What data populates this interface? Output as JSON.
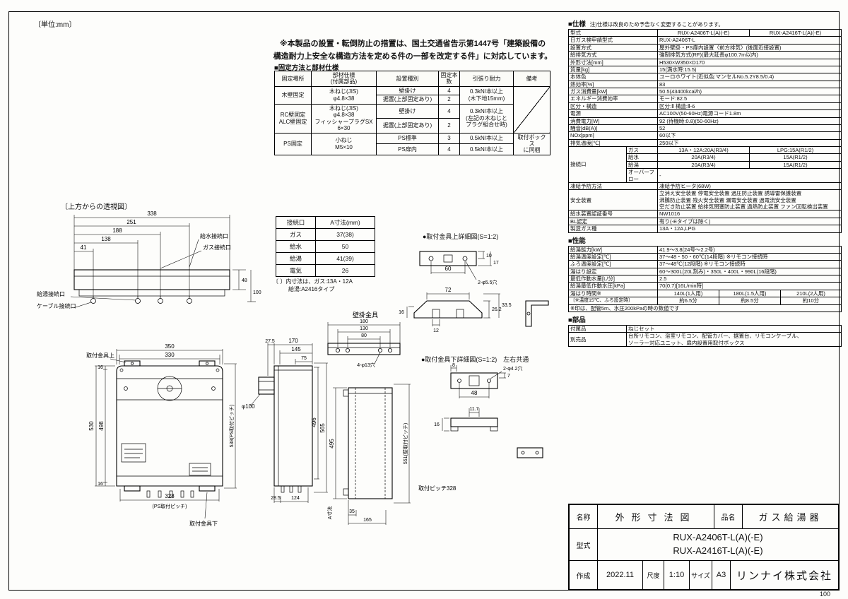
{
  "sheet": {
    "unit_note": "〔単位:mm〕",
    "page_number": "100"
  },
  "compliance_note": {
    "line1": "※本製品の設置・転倒防止の措置は、国土交通省告示第1447号「建築設備の",
    "line2": "構造耐力上安全な構造方法を定める件の一部を改定する件」に対応しています。"
  },
  "fixing_table": {
    "title": "■固定方法と部材仕様",
    "headers": [
      "固定場所",
      "部材仕様\n(付属部品)",
      "設置種別",
      "固定本数",
      "引張り耐力",
      "備考"
    ],
    "rows": [
      [
        {
          "t": "木壁固定",
          "rs": 2
        },
        {
          "t": "木ねじ(JIS)\nφ4.8×38",
          "rs": 2
        },
        {
          "t": "壁掛け"
        },
        {
          "t": "4"
        },
        {
          "t": "0.3kN/本以上\n(木下地15mm)",
          "rs": 2
        },
        {
          "t": "",
          "rs": 4,
          "cls": "diag"
        }
      ],
      [
        {
          "t": "据置(上部固定あり)"
        },
        {
          "t": "2"
        }
      ],
      [
        {
          "t": "RC壁固定\nALC壁固定",
          "rs": 2
        },
        {
          "t": "木ねじ(JIS)\nφ4.8×38\nフィッシャープラグSX\n6×30",
          "rs": 2
        },
        {
          "t": "壁掛け"
        },
        {
          "t": "4"
        },
        {
          "t": "0.3kN/本以上\n(左記の木ねじと\nプラグ組合せ時)",
          "rs": 2
        }
      ],
      [
        {
          "t": "据置(上部固定あり)"
        },
        {
          "t": "2"
        }
      ],
      [
        {
          "t": "PS固定",
          "rs": 2
        },
        {
          "t": "小ねじ\nM5×10",
          "rs": 2
        },
        {
          "t": "PS標準"
        },
        {
          "t": "3"
        },
        {
          "t": "0.5kN/本以上"
        },
        {
          "t": "取付ボックス\nに同梱",
          "rs": 2
        }
      ],
      [
        {
          "t": "PS扉内"
        },
        {
          "t": "4"
        },
        {
          "t": "0.5kN/本以上"
        }
      ]
    ]
  },
  "top_view": {
    "title": "〔上方からの透視図〕",
    "dims": {
      "w338": "338",
      "w251": "251",
      "w188": "188",
      "w138": "138",
      "w41": "41",
      "h48": "48",
      "h100": "100"
    },
    "labels": {
      "water": "給水接続口",
      "gas": "ガス接続口",
      "hot": "給湯接続口",
      "cable": "ケーブル接続口"
    }
  },
  "connection_table": {
    "headers": [
      "接続口",
      "A寸法(mm)"
    ],
    "rows": [
      [
        {
          "t": "ガス"
        },
        {
          "t": "37(38)"
        }
      ],
      [
        {
          "t": "給水"
        },
        {
          "t": "50"
        }
      ],
      [
        {
          "t": "給湯"
        },
        {
          "t": "41(39)"
        }
      ],
      [
        {
          "t": "電気"
        },
        {
          "t": "26"
        }
      ]
    ],
    "note1": "〔 〕内寸法は、ガス:13A・12A",
    "note2": "給湯:A2416タイプ"
  },
  "upper_bracket": {
    "title": "●取付金具上詳細図(S=1:2)",
    "dims": {
      "d10": "10",
      "d17": "17",
      "d60": "60",
      "holes": "2-φ5.5穴",
      "d72": "72",
      "d26_2": "26.2",
      "d33_5": "33.5",
      "d16": "16",
      "d12": "12"
    }
  },
  "wall_bracket": {
    "label": "壁掛金具",
    "dims": {
      "d180": "180",
      "d130": "130",
      "d80": "80",
      "holes": "4-φ13穴"
    }
  },
  "lower_bracket": {
    "title": "●取付金具下詳細図(S=1:2)　左右共通",
    "dims": {
      "d8": "8",
      "holes": "2-φ4.2穴",
      "d7": "7",
      "d48": "48",
      "d16": "16",
      "d11_7": "11.7",
      "pitch": "取付ピッチ328"
    }
  },
  "front_view": {
    "labels": {
      "upper": "取付金具上",
      "lower": "取付金具下"
    },
    "dims": {
      "d350": "350",
      "d330": "330",
      "d16t": "16",
      "d530": "530",
      "d498": "498",
      "d16b": "16",
      "d538": "538(PS取付ピッチ)",
      "d328": "328",
      "dps": "(PS取付ピッチ)"
    }
  },
  "side_view": {
    "dims": {
      "d27_5": "27.5",
      "d170": "170",
      "d145": "145",
      "d75": "75",
      "dphi": "φ100",
      "d496": "496",
      "d565": "565",
      "d28_5": "28.5",
      "d124": "124",
      "da": "A寸法"
    }
  },
  "rear_view": {
    "dims": {
      "d35": "35",
      "d495": "495",
      "d551": "551(壁取付ピッチ)",
      "d165": "165"
    }
  },
  "spec_table": {
    "title": "■仕様",
    "note": "注)仕様は改良のため予告なく変更することがあります。",
    "rows": [
      [
        {
          "t": "型式",
          "cs": 2,
          "cls": "lbl"
        },
        {
          "t": "RUX-A2406T-L(A)(-E)"
        },
        {
          "t": "RUX-A2416T-L(A)(-E)"
        }
      ],
      [
        {
          "t": "日ガス検申請型式",
          "cs": 2,
          "cls": "lbl"
        },
        {
          "t": "RUX-A2406T-L",
          "cs": 2,
          "cls": "left"
        }
      ],
      [
        {
          "t": "設置方式",
          "cs": 2,
          "cls": "lbl"
        },
        {
          "t": "屋外壁掛・PS扉内設置〈前方排気〉(後面近接設置)",
          "cs": 2,
          "cls": "left"
        }
      ],
      [
        {
          "t": "給排気方式",
          "cs": 2,
          "cls": "lbl"
        },
        {
          "t": "強制排気方式(RF)(最大延長φ100.7m以内)",
          "cs": 2,
          "cls": "left"
        }
      ],
      [
        {
          "t": "外形寸法[mm]",
          "cs": 2,
          "cls": "lbl"
        },
        {
          "t": "H530×W350×D170",
          "cs": 2,
          "cls": "left"
        }
      ],
      [
        {
          "t": "質量[kg]",
          "cs": 2,
          "cls": "lbl"
        },
        {
          "t": "15(満水時:15.5)",
          "cs": 2,
          "cls": "left"
        }
      ],
      [
        {
          "t": "本体色",
          "cs": 2,
          "cls": "lbl"
        },
        {
          "t": "ユーロホワイト(近似色:マンセルNo.5.2Y8.5/0.4)",
          "cs": 2,
          "cls": "left"
        }
      ],
      [
        {
          "t": "熱効率[%]",
          "cs": 2,
          "cls": "lbl"
        },
        {
          "t": "83",
          "cs": 2,
          "cls": "left"
        }
      ],
      [
        {
          "t": "ガス消費量[kW]",
          "cs": 2,
          "cls": "lbl"
        },
        {
          "t": "50.5(43400kcal/h)",
          "cs": 2,
          "cls": "left"
        }
      ],
      [
        {
          "t": "エネルギー消費効率",
          "cs": 2,
          "cls": "lbl"
        },
        {
          "t": "モード:82.5",
          "cs": 2,
          "cls": "left"
        }
      ],
      [
        {
          "t": "区分・構造",
          "cs": 2,
          "cls": "lbl"
        },
        {
          "t": "区分:Ⅱ 構造:Ⅱ-6",
          "cs": 2,
          "cls": "left"
        }
      ],
      [
        {
          "t": "電源",
          "cs": 2,
          "cls": "lbl"
        },
        {
          "t": "AC100V(50-60Hz)電源コード1.8m",
          "cs": 2,
          "cls": "left"
        }
      ],
      [
        {
          "t": "消費電力[W]",
          "cs": 2,
          "cls": "lbl"
        },
        {
          "t": "92 (待機時:0.8)(50-60Hz)",
          "cs": 2,
          "cls": "left"
        }
      ],
      [
        {
          "t": "騒音[dB(A)]",
          "cs": 2,
          "cls": "lbl"
        },
        {
          "t": "52",
          "cs": 2,
          "cls": "left"
        }
      ],
      [
        {
          "t": "NOx[ppm]",
          "cs": 2,
          "cls": "lbl"
        },
        {
          "t": "60以下",
          "cs": 2,
          "cls": "left"
        }
      ],
      [
        {
          "t": "排気温度[℃]",
          "cs": 2,
          "cls": "lbl"
        },
        {
          "t": "250以下",
          "cs": 2,
          "cls": "left"
        }
      ],
      [
        {
          "t": "接続口",
          "rs": 4,
          "cls": "lbl"
        },
        {
          "t": "ガス",
          "cls": "lbl"
        },
        {
          "t": "13A・12A:20A(R3/4)"
        },
        {
          "t": "LPG:15A(R1/2)"
        }
      ],
      [
        {
          "t": "給水",
          "cls": "lbl"
        },
        {
          "t": "20A(R3/4)"
        },
        {
          "t": "15A(R1/2)"
        }
      ],
      [
        {
          "t": "給湯",
          "cls": "lbl"
        },
        {
          "t": "20A(R3/4)"
        },
        {
          "t": "15A(R1/2)"
        }
      ],
      [
        {
          "t": "オーバーフロー",
          "cls": "lbl"
        },
        {
          "t": "-",
          "cs": 2,
          "cls": "left"
        }
      ],
      [
        {
          "t": "凍結予防方法",
          "cs": 2,
          "cls": "lbl"
        },
        {
          "t": "凍結予防ヒータ(68W)",
          "cs": 2,
          "cls": "left"
        }
      ],
      [
        {
          "t": "安全装置",
          "cs": 2,
          "cls": "lbl"
        },
        {
          "t": "立消え安全装置 停電安全装置 過圧防止装置 誘導雷保護装置\n沸騰防止装置 残火安全装置 漏電安全装置 過電流安全装置\n空だき防止装置 給排気閉塞防止装置 過熱防止装置 ファン回転検出装置",
          "cs": 2,
          "cls": "left"
        }
      ],
      [
        {
          "t": "給水装置認証番号",
          "cs": 2,
          "cls": "lbl"
        },
        {
          "t": "NW1016",
          "cs": 2,
          "cls": "left"
        }
      ],
      [
        {
          "t": "BL認定",
          "cs": 2,
          "cls": "lbl"
        },
        {
          "t": "有り(-Eタイプは除く)",
          "cs": 2,
          "cls": "left"
        }
      ],
      [
        {
          "t": "製造ガス種",
          "cs": 2,
          "cls": "lbl"
        },
        {
          "t": "13A・12A,LPG",
          "cs": 2,
          "cls": "left"
        }
      ]
    ]
  },
  "performance_table": {
    "title": "■性能",
    "rows": [
      [
        {
          "t": "給湯能力[kW]",
          "cs": 2,
          "cls": "lbl"
        },
        {
          "t": "41.9〜3.8(24号〜2.2号)",
          "cs": 3,
          "cls": "left"
        }
      ],
      [
        {
          "t": "給湯温度設定[℃]",
          "cs": 2,
          "cls": "lbl"
        },
        {
          "t": "37〜48・50・60℃(14段階) ※リモコン接続時",
          "cs": 3,
          "cls": "left"
        }
      ],
      [
        {
          "t": "ふろ温度設定[℃]",
          "cs": 2,
          "cls": "lbl"
        },
        {
          "t": "37〜48℃(12段階) ※リモコン接続時",
          "cs": 3,
          "cls": "left"
        }
      ],
      [
        {
          "t": "湯はり設定",
          "cs": 2,
          "cls": "lbl"
        },
        {
          "t": "60〜300L(20L刻み)・350L・400L・990L(16段階)",
          "cs": 3,
          "cls": "left"
        }
      ],
      [
        {
          "t": "最低作動水量[L/分]",
          "cs": 2,
          "cls": "lbl"
        },
        {
          "t": "2.5",
          "cs": 3,
          "cls": "left"
        }
      ],
      [
        {
          "t": "給湯最低作動水圧[kPa]",
          "cs": 2,
          "cls": "lbl"
        },
        {
          "t": "70(0.7)[16L/min時]",
          "cs": 3,
          "cls": "left"
        }
      ],
      [
        {
          "t": "湯はり時間※",
          "cs": 2,
          "cls": "lbl"
        },
        {
          "t": "140L(1人用)"
        },
        {
          "t": "180L(1.5人用)"
        },
        {
          "t": "210L(2人用)"
        }
      ],
      [
        {
          "t": "〔※温度15℃、ふろ設定時〕",
          "cs": 2,
          "cls": "lbl sm"
        },
        {
          "t": "約6.5分"
        },
        {
          "t": "約8.5分"
        },
        {
          "t": "約10分"
        }
      ],
      [
        {
          "t": "※印は、配管5m、水圧200kPaの時の数値です",
          "cs": 5,
          "cls": "note"
        }
      ]
    ]
  },
  "parts_table": {
    "title": "■部品",
    "rows": [
      [
        {
          "t": "付属品",
          "cls": "lbl"
        },
        {
          "t": "ねじセット",
          "cls": "left"
        }
      ],
      [
        {
          "t": "別売品",
          "cls": "lbl"
        },
        {
          "t": "台所リモコン、浴室リモコン、配管カバー、据置台、リモコンケーブル、\nソーラー対応ユニット、扉内設置用取付ボックス",
          "cls": "left"
        }
      ]
    ]
  },
  "title_block": {
    "name_label": "名称",
    "name_value": "外形寸法図",
    "item_label": "品名",
    "item_value": "ガス給湯器",
    "model_label": "型式",
    "model_line1": "RUX-A2406T-L(A)(-E)",
    "model_line2": "RUX-A2416T-L(A)(-E)",
    "date_label": "作成",
    "date_value": "2022.11",
    "scale_label": "尺度",
    "scale_value": "1:10",
    "size_label": "サイズ",
    "size_value": "A3",
    "company": "リンナイ株式会社"
  }
}
